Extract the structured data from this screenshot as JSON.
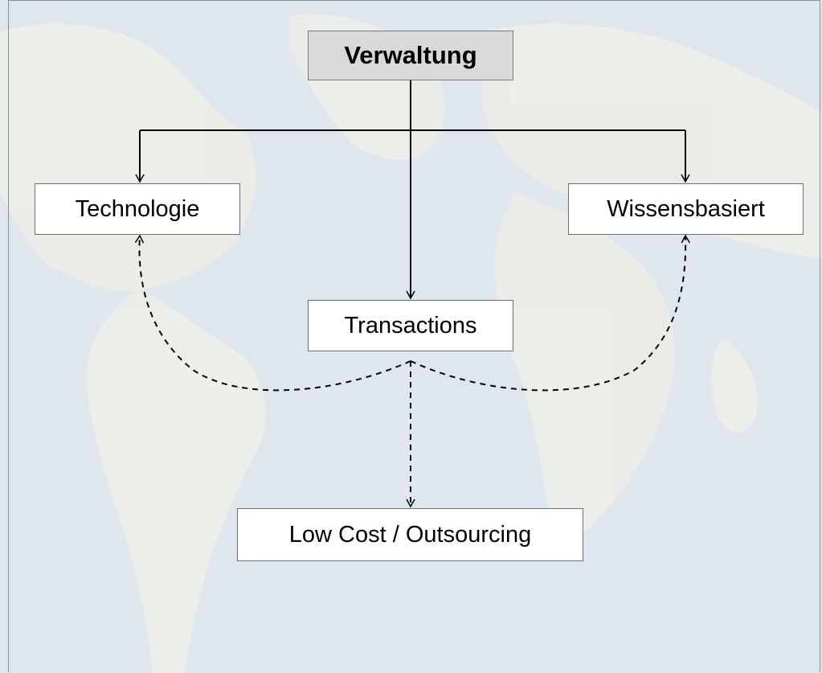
{
  "diagram": {
    "nodes": {
      "root": "Verwaltung",
      "left": "Technologie",
      "right": "Wissensbasiert",
      "center": "Transactions",
      "bottom": "Low Cost / Outsourcing"
    },
    "colors": {
      "background": "#dfe6ee",
      "root_fill": "#d9d9d9",
      "node_fill": "#ffffff",
      "line": "#000000",
      "land": "#eeeee7"
    }
  }
}
